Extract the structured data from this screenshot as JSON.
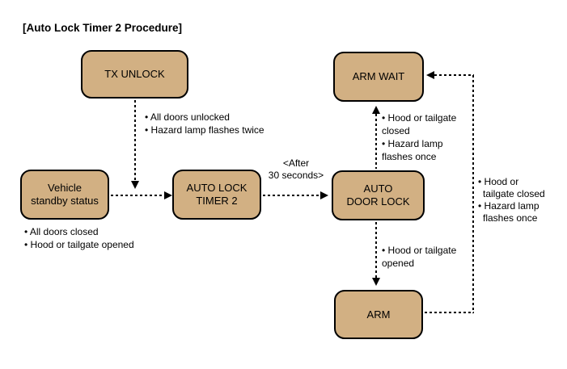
{
  "title": "[Auto Lock Timer 2 Procedure]",
  "colors": {
    "box_fill": "#D2B083",
    "ink": "#000000"
  },
  "nodes": {
    "tx_unlock": {
      "label": "TX UNLOCK"
    },
    "vehicle_standby": {
      "line1": "Vehicle",
      "line2": "standby status"
    },
    "auto_lock_timer": {
      "line1": "AUTO LOCK",
      "line2": "TIMER 2"
    },
    "auto_door_lock": {
      "line1": "AUTO",
      "line2": "DOOR LOCK"
    },
    "arm_wait": {
      "label": "ARM WAIT"
    },
    "arm": {
      "label": "ARM"
    }
  },
  "annotations": {
    "tx_unlock_arrow": {
      "line1": "• All doors unlocked",
      "line2": "• Hazard lamp flashes twice"
    },
    "vehicle_standby_note": {
      "line1": "• All doors closed",
      "line2": "• Hood or tailgate opened"
    },
    "after_30_seconds": {
      "line1": "<After",
      "line2": "30 seconds>"
    },
    "lock_to_arm_wait": {
      "line1": "• Hood or tailgate",
      "line2": "closed",
      "line3": "• Hazard lamp",
      "line4": "flashes once"
    },
    "lock_to_arm": {
      "line1": "• Hood or tailgate",
      "line2": "opened"
    },
    "arm_to_arm_wait": {
      "line1": "• Hood or",
      "line2": "tailgate closed",
      "line3": "• Hazard lamp",
      "line4": "flashes once"
    }
  }
}
